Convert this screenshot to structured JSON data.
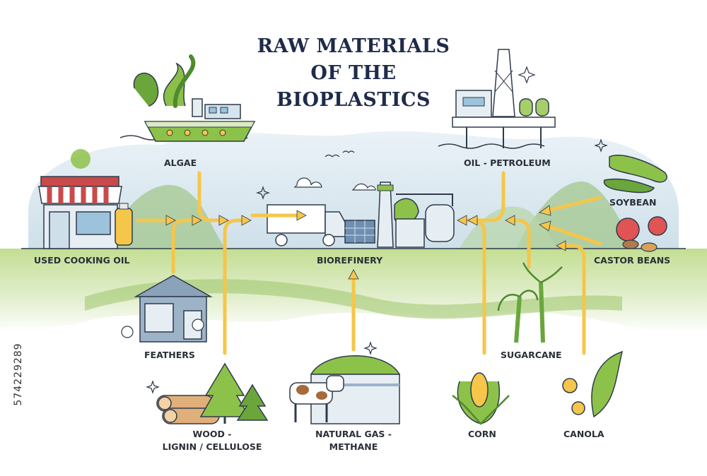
{
  "title": {
    "line1": "RAW MATERIALS",
    "line2": "OF THE",
    "line3": "BIOPLASTICS"
  },
  "labels": {
    "algae": "ALGAE",
    "oil_petroleum": "OIL - PETROLEUM",
    "soybean": "SOYBEAN",
    "used_cooking_oil": "USED COOKING OIL",
    "biorefinery": "BIOREFINERY",
    "castor_beans": "CASTOR BEANS",
    "feathers": "FEATHERS",
    "sugarcane": "SUGARCANE",
    "wood_line1": "WOOD -",
    "wood_line2": "LIGNIN / CELLULOSE",
    "natural_gas_line1": "NATURAL GAS -",
    "natural_gas_line2": "METHANE",
    "corn": "CORN",
    "canola": "CANOLA"
  },
  "side_text": "574229289",
  "colors": {
    "arrow": "#f5c64a",
    "ground": "#b9d98a",
    "sky": "#dce9f1",
    "outline": "#2f3a4a",
    "title": "#1f2b4a"
  }
}
